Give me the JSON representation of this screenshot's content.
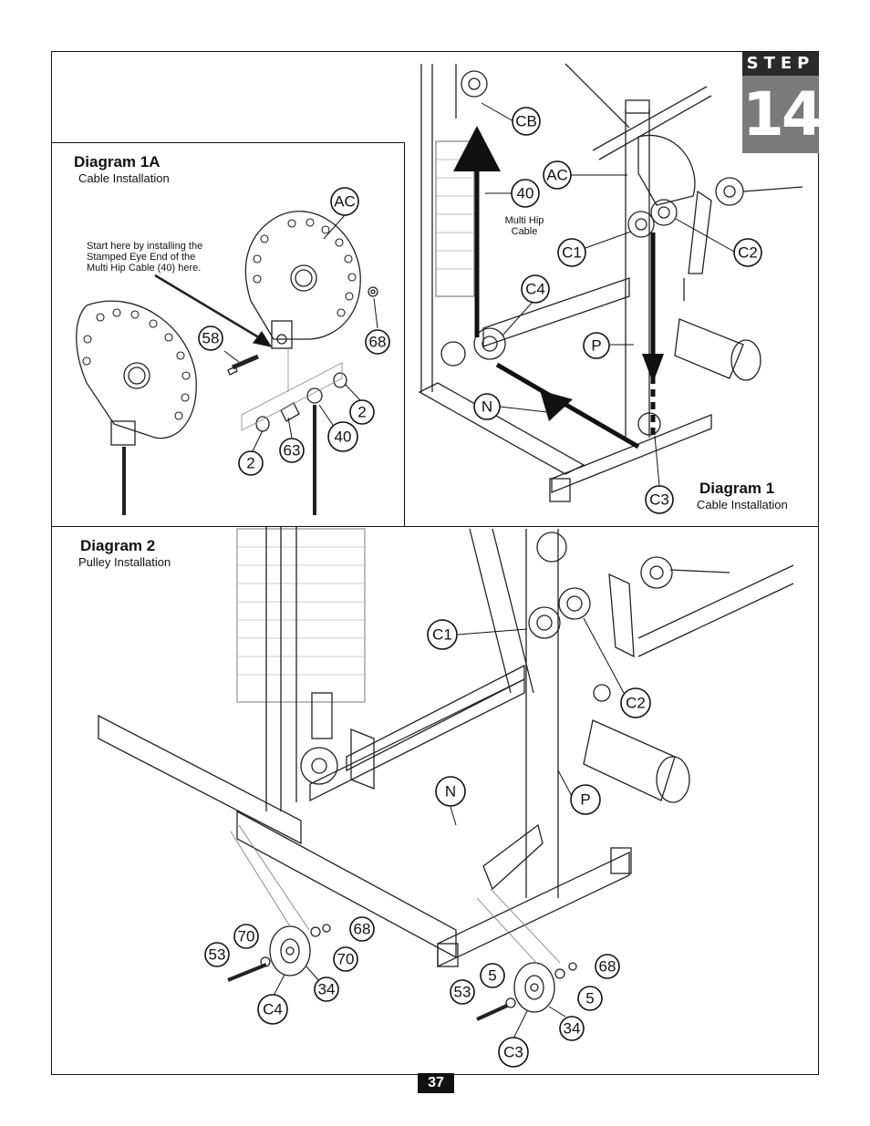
{
  "step": {
    "word": "STEP",
    "number": "14"
  },
  "diagram_1a": {
    "title": "Diagram 1A",
    "subtitle": "Cable Installation",
    "note_lines": [
      "Start here by installing the",
      "Stamped Eye End of the",
      "Multi Hip Cable (40) here."
    ],
    "callouts": [
      "AC",
      "58",
      "68",
      "40",
      "2",
      "63",
      "2"
    ]
  },
  "diagram_1": {
    "title": "Diagram 1",
    "subtitle": "Cable Installation",
    "cable_label_lines": [
      "Multi Hip",
      "Cable"
    ],
    "callouts": [
      "CB",
      "40",
      "AC",
      "C1",
      "C2",
      "C4",
      "P",
      "N",
      "C3"
    ]
  },
  "diagram_2": {
    "title": "Diagram 2",
    "subtitle": "Pulley Installation",
    "callouts": [
      "C1",
      "C2",
      "N",
      "P",
      "70",
      "68",
      "53",
      "70",
      "C4",
      "34",
      "5",
      "68",
      "53",
      "5",
      "34",
      "C3"
    ]
  },
  "page_number": "37",
  "colors": {
    "step_dark": "#2a2a2a",
    "step_grey": "#7a7a7a",
    "ink": "#111111"
  }
}
